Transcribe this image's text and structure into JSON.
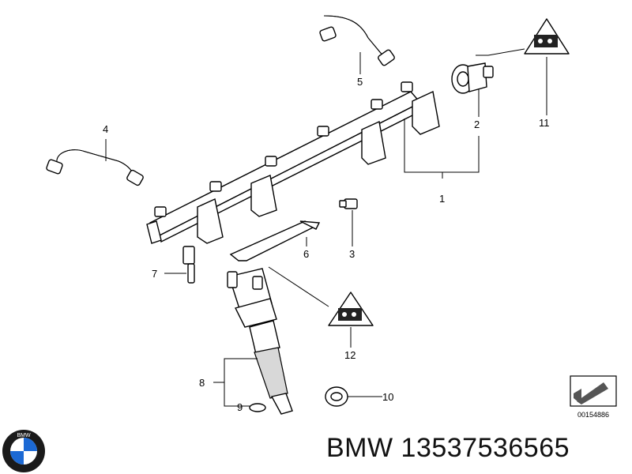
{
  "callouts": [
    "1",
    "2",
    "3",
    "4",
    "5",
    "6",
    "7",
    "8",
    "9",
    "10",
    "11",
    "12"
  ],
  "diagram_number": "00154886",
  "warning_symbol_text": "",
  "footer": {
    "brand": "BMW",
    "part_number": "13537536565",
    "title": "BMW 13537536565"
  },
  "logo": {
    "text": "BMW",
    "colors": {
      "ring": "#1a1a1a",
      "blue": "#1c69d4",
      "white": "#ffffff"
    }
  }
}
